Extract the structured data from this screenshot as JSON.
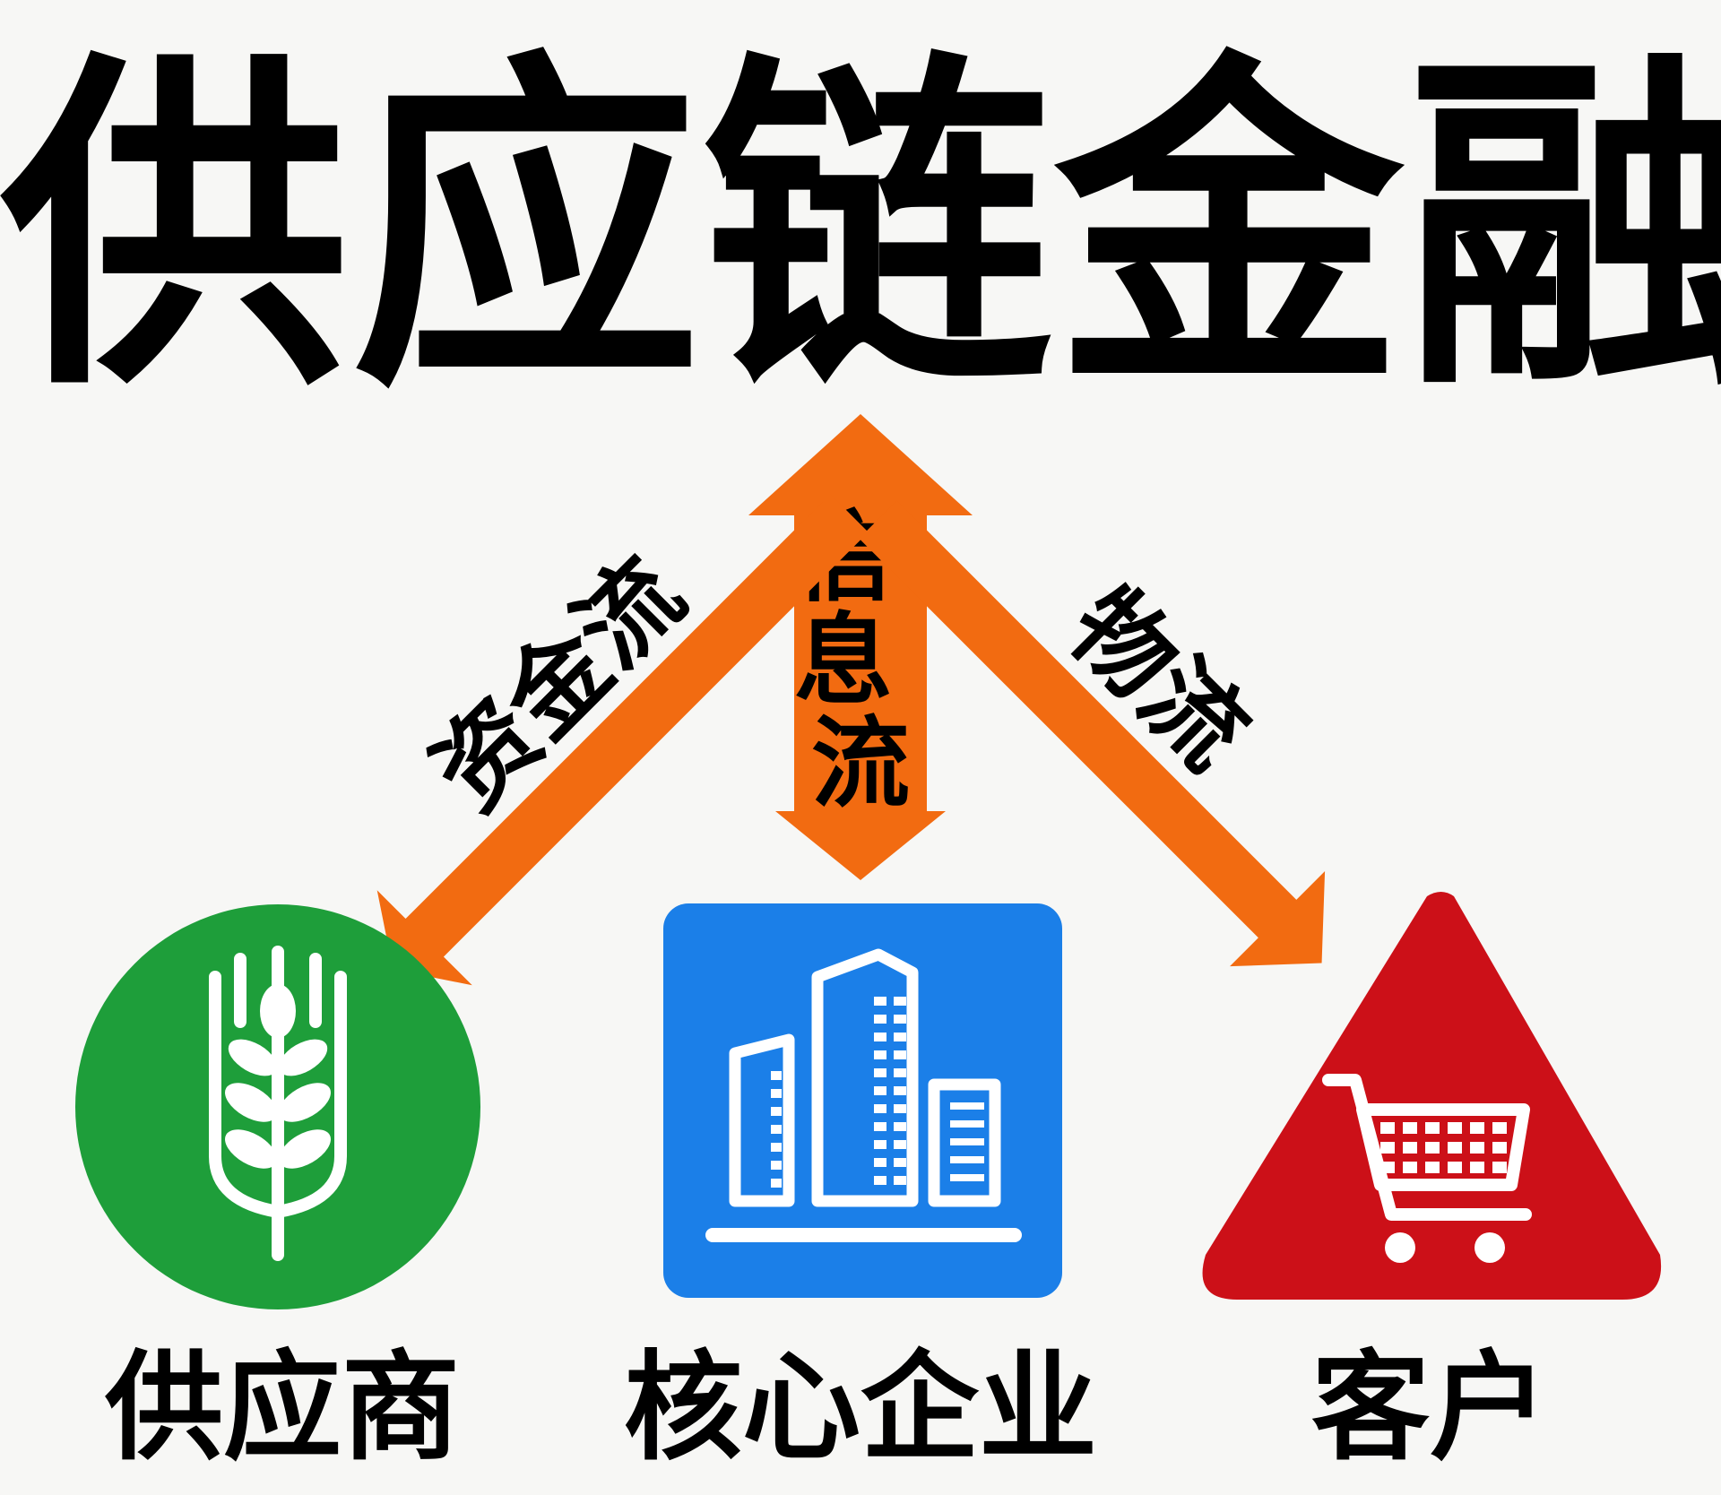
{
  "title": "供应链金融",
  "flows": {
    "info": "信息流",
    "capital": "资金流",
    "logistics": "物流"
  },
  "nodes": {
    "supplier": {
      "label": "供应商",
      "icon": "wheat-icon",
      "color": "#1e9e3a"
    },
    "core": {
      "label": "核心企业",
      "icon": "buildings-icon",
      "color": "#1b7fe8"
    },
    "customer": {
      "label": "客户",
      "icon": "shopping-cart-icon",
      "color": "#cc1018"
    }
  },
  "colors": {
    "arrow": "#f26b11",
    "background": "#f7f7f5"
  }
}
